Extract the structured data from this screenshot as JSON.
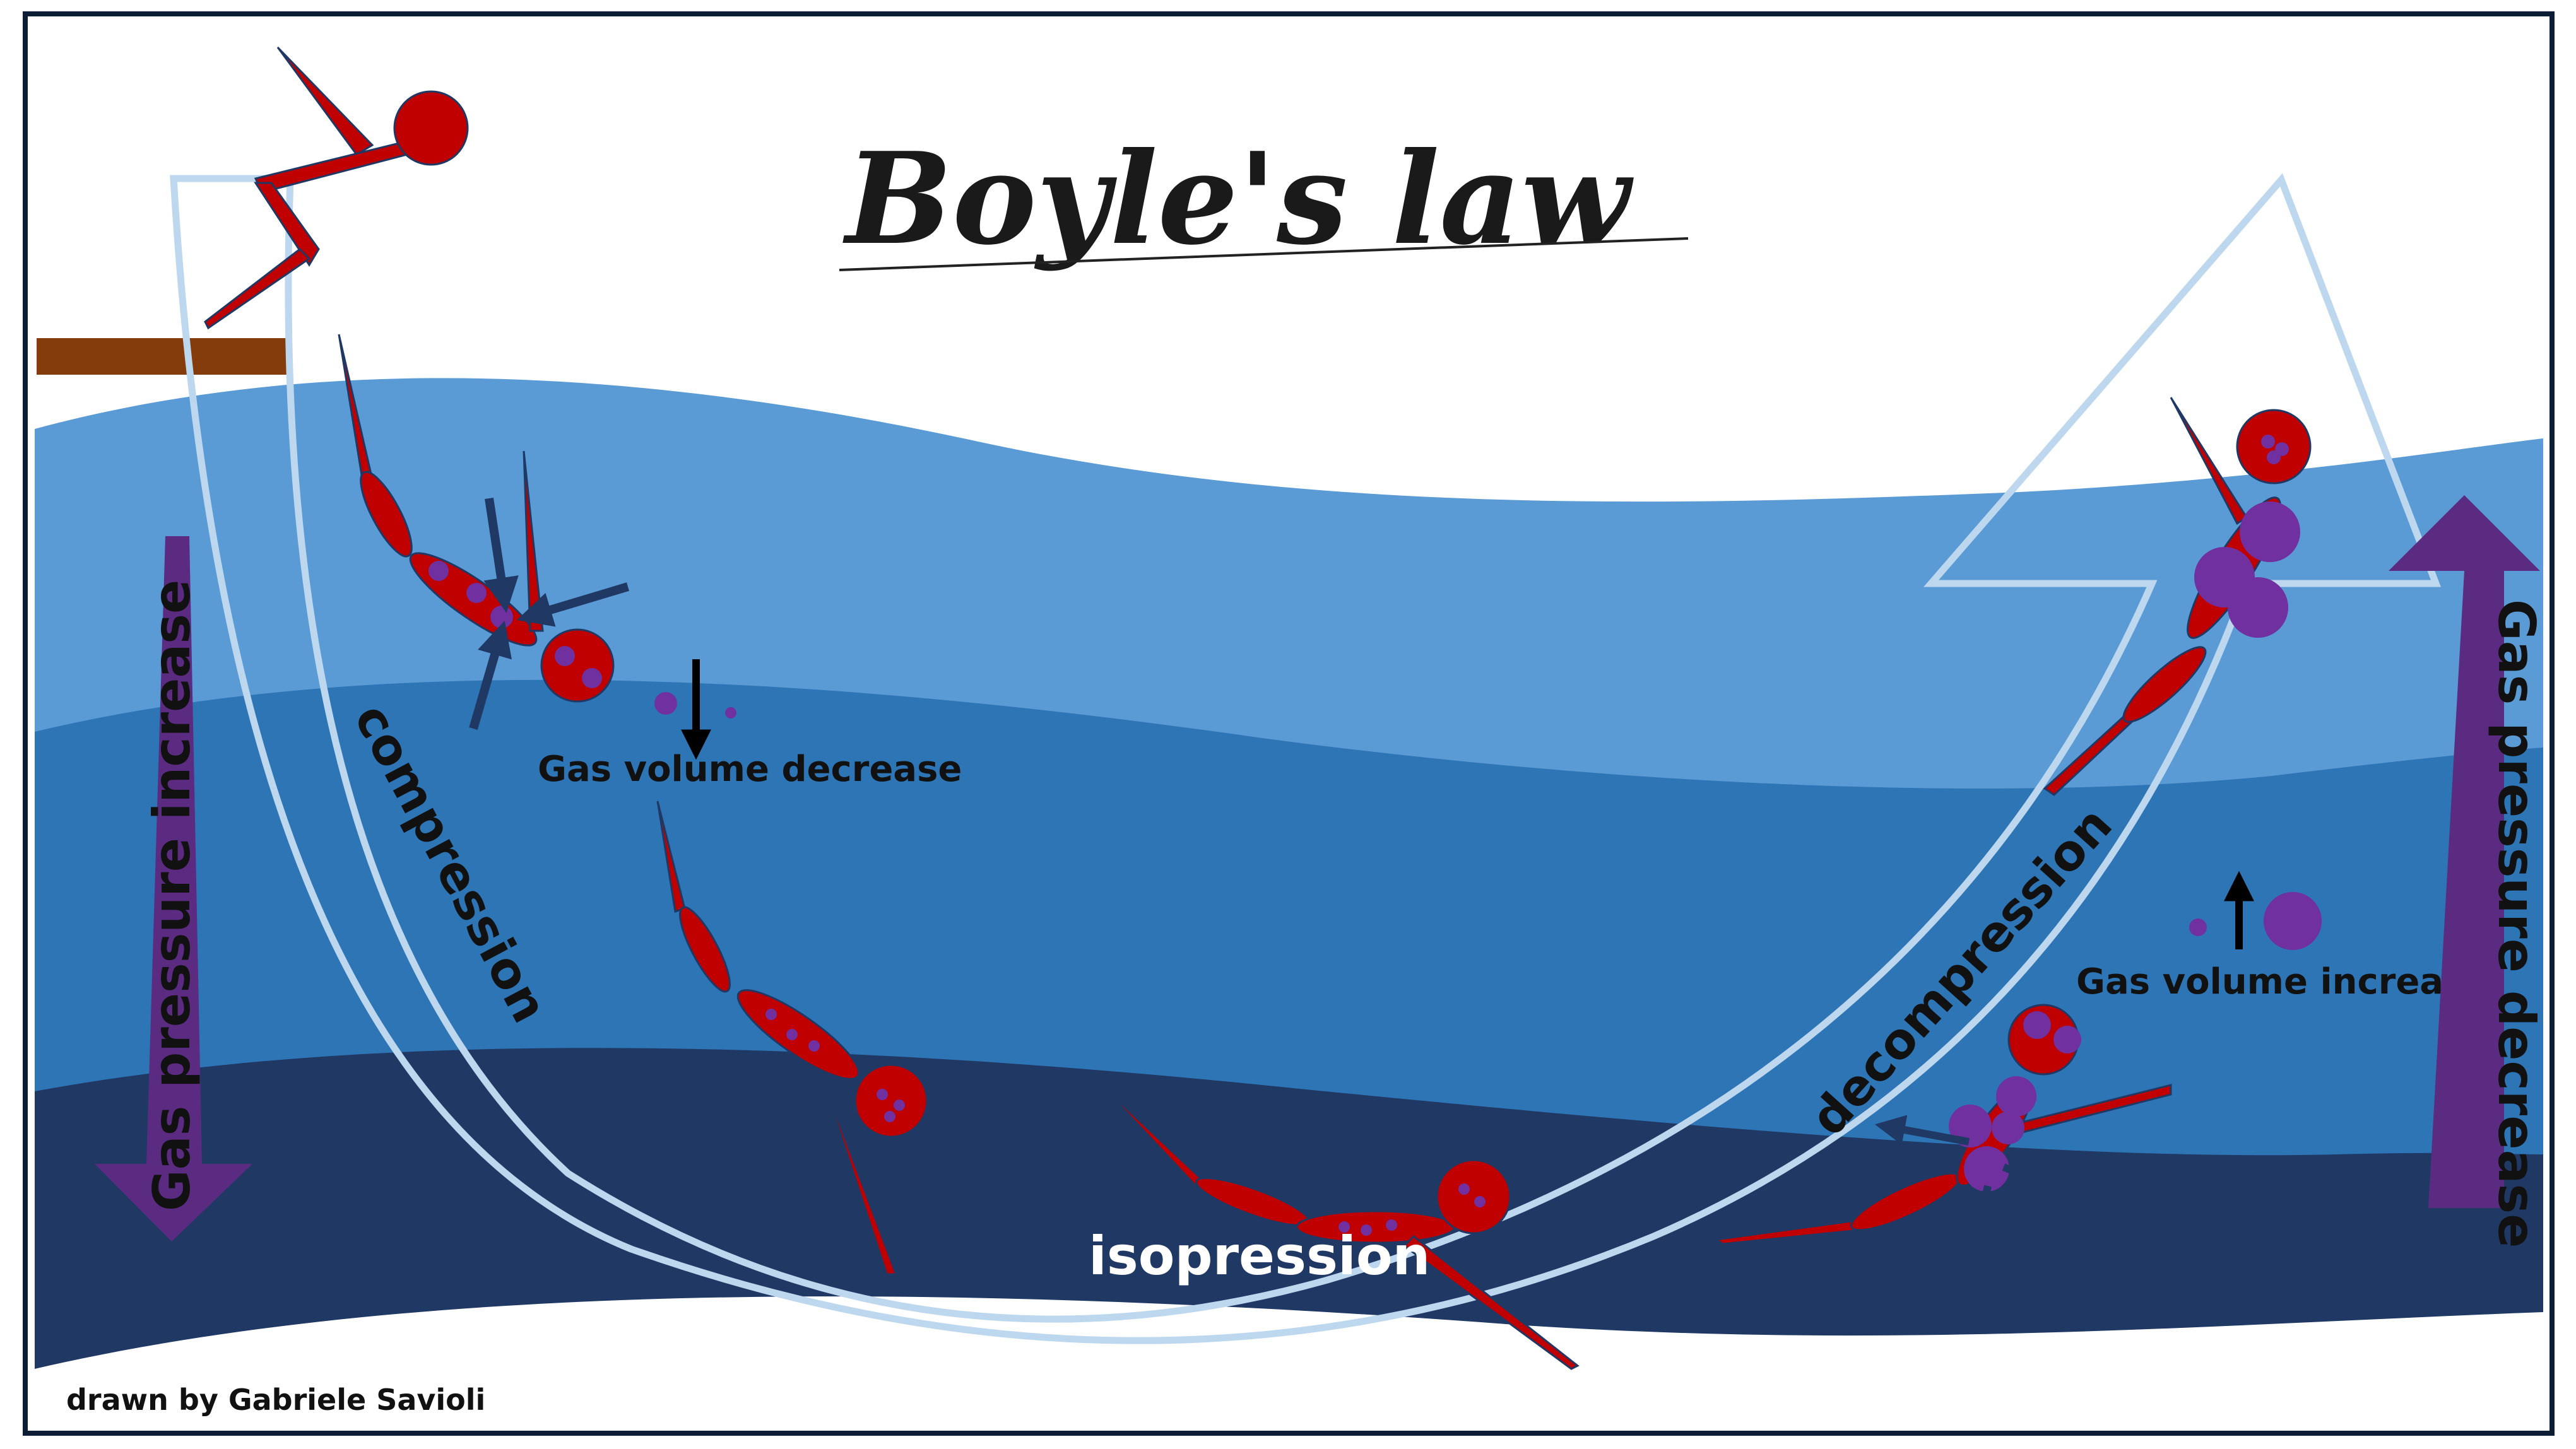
{
  "title": "Boyle's law",
  "labels": {
    "compression": "compression",
    "isopression": "isopression",
    "decompression": "decompression",
    "gas_volume_decrease": "Gas volume decrease",
    "gas_volume_increase": "Gas volume increase",
    "gas_pressure_increase": "Gas pressure increase",
    "gas_pressure_decrease": "Gas pressure decrease",
    "credit": "drawn by Gabriele Savioli"
  },
  "colors": {
    "water_shallow": "#5b9bd5",
    "water_mid": "#2e75b6",
    "water_deep": "#203864",
    "path_outline": "#bdd7ee",
    "diver_body": "#c00000",
    "gas_bubble": "#7030a0",
    "pressure_arrow": "#5b2b82",
    "force_arrow": "#1f3864",
    "board": "#843c0c",
    "border": "#0d1d33"
  },
  "icons": [
    "diver-figure",
    "gas-bubble-icon",
    "diving-board",
    "pressure-arrow-icon",
    "force-arrow-icon"
  ]
}
